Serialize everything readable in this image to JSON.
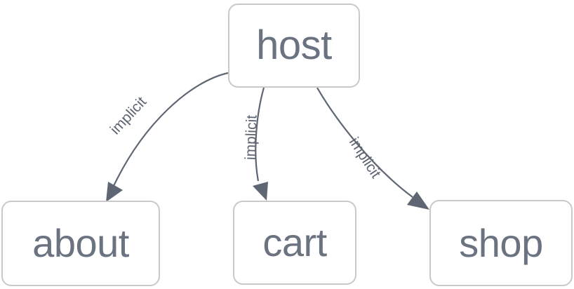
{
  "diagram": {
    "type": "directed-graph",
    "background_color": "#ffffff",
    "node_border_color": "#c9c9c9",
    "node_fill_color": "#ffffff",
    "node_text_color": "#6b7280",
    "edge_color": "#5f6673",
    "nodes": [
      {
        "id": "host",
        "label": "host"
      },
      {
        "id": "about",
        "label": "about"
      },
      {
        "id": "cart",
        "label": "cart"
      },
      {
        "id": "shop",
        "label": "shop"
      }
    ],
    "edges": [
      {
        "from": "host",
        "to": "about",
        "label": "implicit"
      },
      {
        "from": "host",
        "to": "cart",
        "label": "implicit"
      },
      {
        "from": "host",
        "to": "shop",
        "label": "implicit"
      }
    ]
  }
}
